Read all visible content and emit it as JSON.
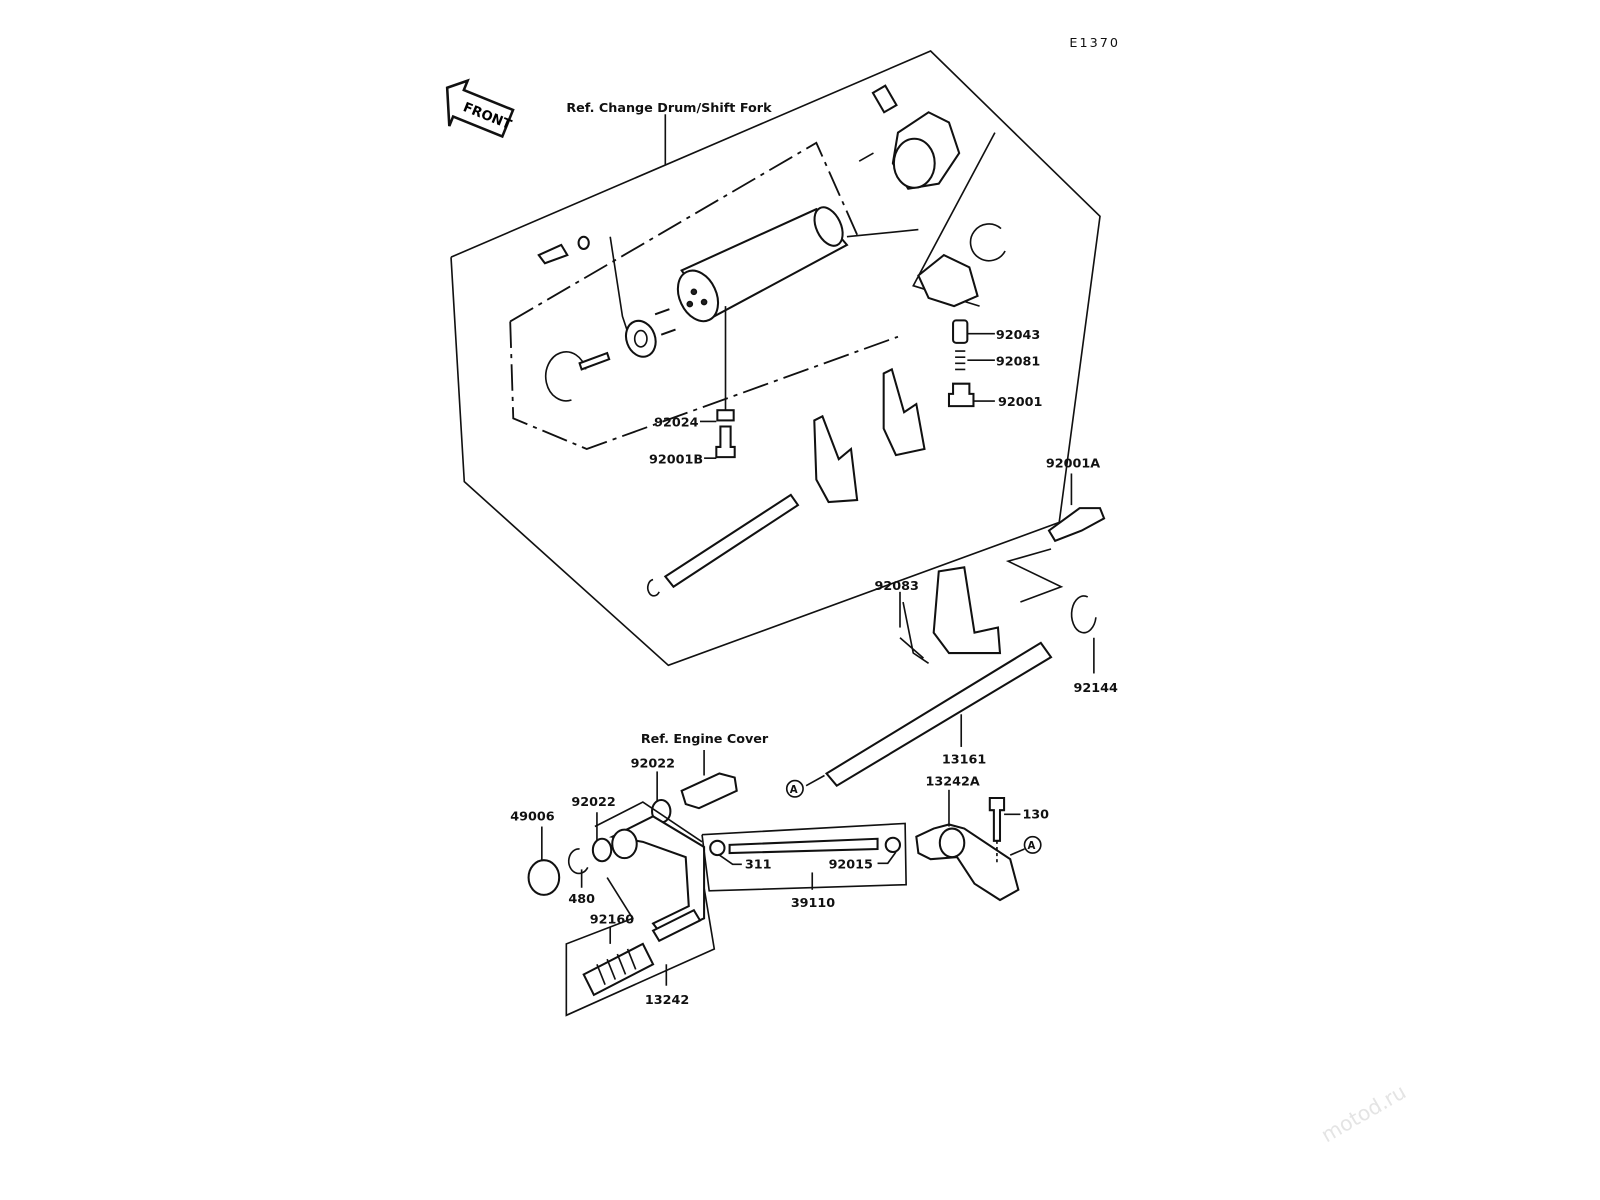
{
  "diagram_code": "E1370",
  "watermark": "motod.ru",
  "front_arrow": {
    "label": "FRONT"
  },
  "refs": {
    "change_drum": "Ref. Change Drum/Shift Fork",
    "engine_cover": "Ref.  Engine Cover"
  },
  "parts": {
    "p92043": "92043",
    "p92081": "92081",
    "p92001": "92001",
    "p92024": "92024",
    "p92001B": "92001B",
    "p92001A": "92001A",
    "p92083": "92083",
    "p92144": "92144",
    "p13161": "13161",
    "p92022a": "92022",
    "p92022b": "92022",
    "p49006": "49006",
    "p480": "480",
    "p13242A": "13242A",
    "p130": "130",
    "p311": "311",
    "p92015": "92015",
    "p39110": "39110",
    "p92160": "92160",
    "p13242": "13242"
  },
  "markers": {
    "a1": "A",
    "a2": "A"
  }
}
